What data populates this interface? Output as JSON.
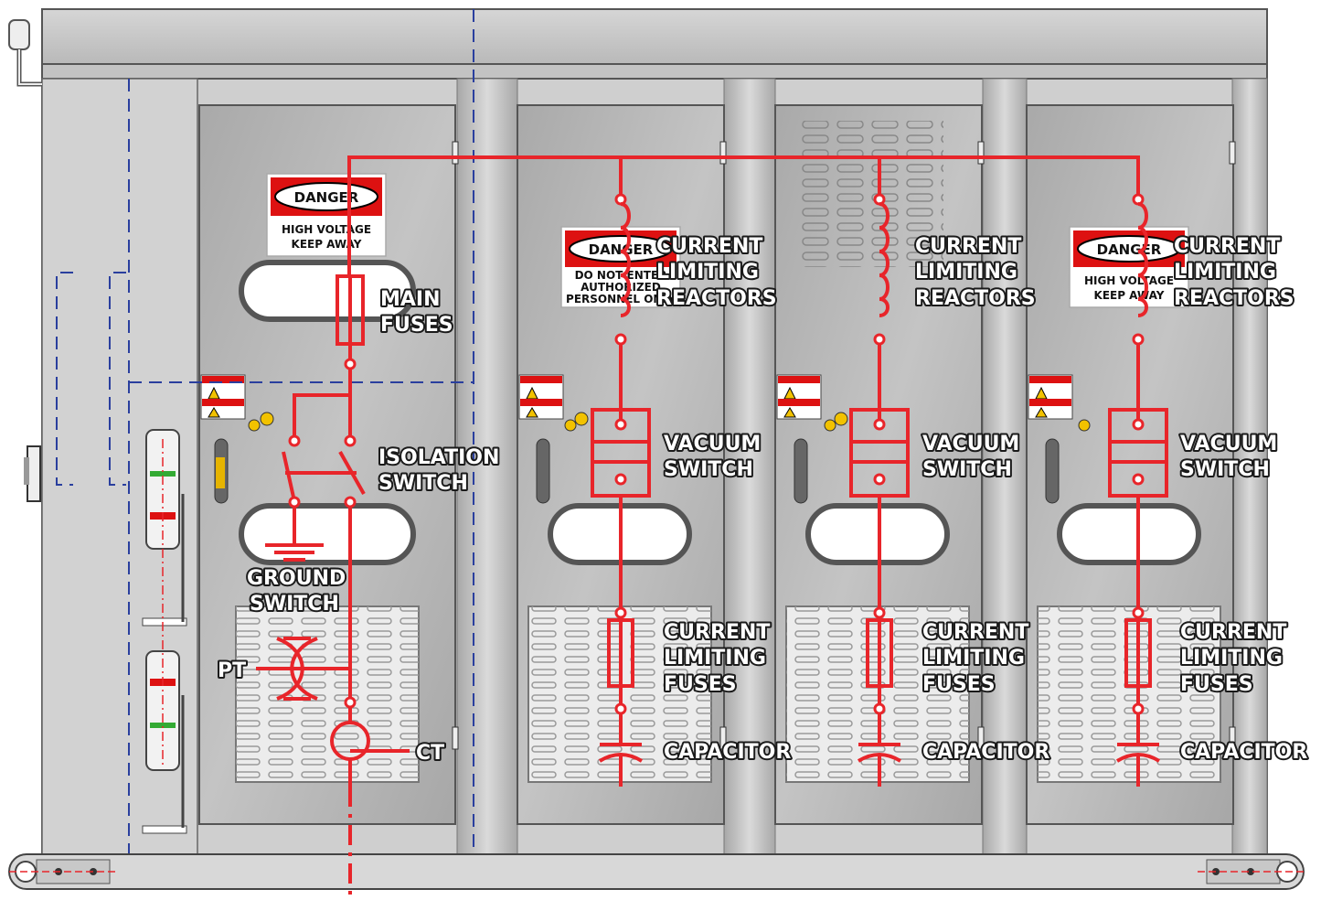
{
  "signs": {
    "main": {
      "title": "DANGER",
      "line1": "HIGH VOLTAGE",
      "line2": "KEEP AWAY"
    },
    "bay1": {
      "title": "DANGER",
      "line1": "DO NOT ENTER",
      "line2": "AUTHORIZED",
      "line3": "PERSONNEL ONLY"
    },
    "bay3": {
      "title": "DANGER",
      "line1": "HIGH VOLTAGE",
      "line2": "KEEP AWAY"
    }
  },
  "labels": {
    "main_fuses": [
      "MAIN",
      "FUSES"
    ],
    "isolation_switch": [
      "ISOLATION",
      "SWITCH"
    ],
    "ground_switch": [
      "GROUND",
      "SWITCH"
    ],
    "pt": "PT",
    "ct": "CT",
    "reactors": [
      "CURRENT",
      "LIMITING",
      "REACTORS"
    ],
    "vacuum_switch": [
      "VACUUM",
      "SWITCH"
    ],
    "limiting_fuses": [
      "CURRENT",
      "LIMITING",
      "FUSES"
    ],
    "capacitor": "CAPACITOR"
  },
  "colors": {
    "wire": "#e8252a",
    "enclosure": "#c9c9c9",
    "door": "#b3b3b3",
    "dashed_line": "#2a3f9e"
  }
}
